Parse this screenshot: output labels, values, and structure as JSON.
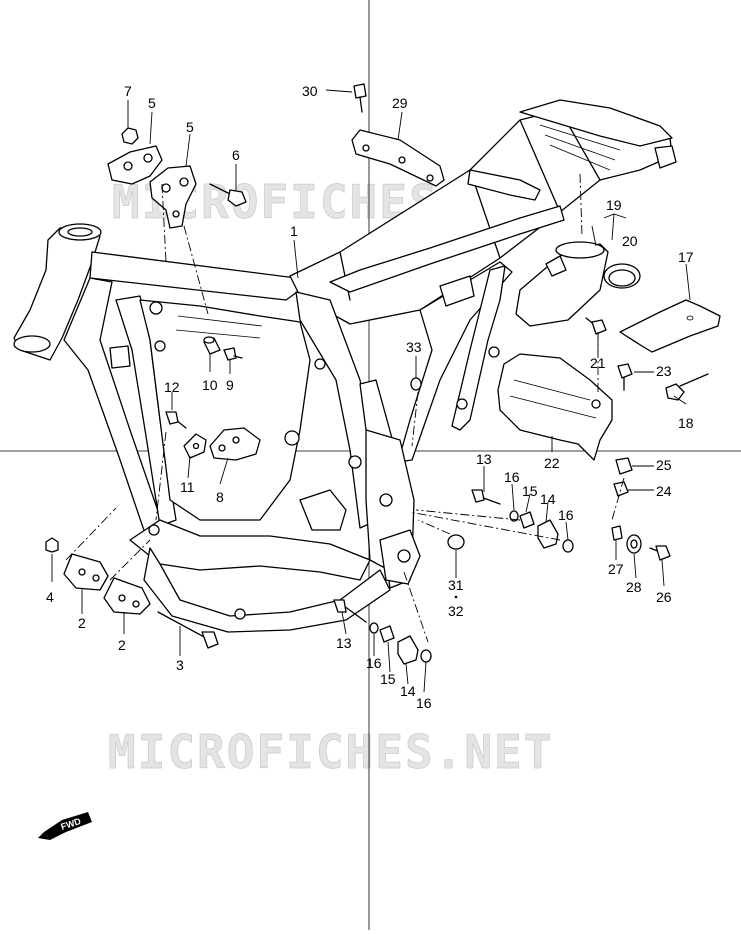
{
  "diagram": {
    "watermark": "MICROFICHES.NET",
    "fwd_label": "FWD",
    "callouts": [
      {
        "key": "c30",
        "label": "30"
      },
      {
        "key": "c29",
        "label": "29"
      },
      {
        "key": "c7",
        "label": "7"
      },
      {
        "key": "c5a",
        "label": "5"
      },
      {
        "key": "c5b",
        "label": "5"
      },
      {
        "key": "c6",
        "label": "6"
      },
      {
        "key": "c1",
        "label": "1"
      },
      {
        "key": "c19",
        "label": "19"
      },
      {
        "key": "c20",
        "label": "20"
      },
      {
        "key": "c17",
        "label": "17"
      },
      {
        "key": "c21",
        "label": "21"
      },
      {
        "key": "c33",
        "label": "33"
      },
      {
        "key": "c23",
        "label": "23"
      },
      {
        "key": "c18",
        "label": "18"
      },
      {
        "key": "c12",
        "label": "12"
      },
      {
        "key": "c10",
        "label": "10"
      },
      {
        "key": "c9",
        "label": "9"
      },
      {
        "key": "c11",
        "label": "11"
      },
      {
        "key": "c8",
        "label": "8"
      },
      {
        "key": "c22",
        "label": "22"
      },
      {
        "key": "c25",
        "label": "25"
      },
      {
        "key": "c24",
        "label": "24"
      },
      {
        "key": "c13a",
        "label": "13"
      },
      {
        "key": "c16a",
        "label": "16"
      },
      {
        "key": "c15a",
        "label": "15"
      },
      {
        "key": "c14a",
        "label": "14"
      },
      {
        "key": "c16b",
        "label": "16"
      },
      {
        "key": "c4",
        "label": "4"
      },
      {
        "key": "c2a",
        "label": "2"
      },
      {
        "key": "c2b",
        "label": "2"
      },
      {
        "key": "c3",
        "label": "3"
      },
      {
        "key": "c31",
        "label": "31"
      },
      {
        "key": "c32",
        "label": "32"
      },
      {
        "key": "c27",
        "label": "27"
      },
      {
        "key": "c28",
        "label": "28"
      },
      {
        "key": "c26",
        "label": "26"
      },
      {
        "key": "c13b",
        "label": "13"
      },
      {
        "key": "c16c",
        "label": "16"
      },
      {
        "key": "c15b",
        "label": "15"
      },
      {
        "key": "c14b",
        "label": "14"
      },
      {
        "key": "c16d",
        "label": "16"
      }
    ]
  }
}
